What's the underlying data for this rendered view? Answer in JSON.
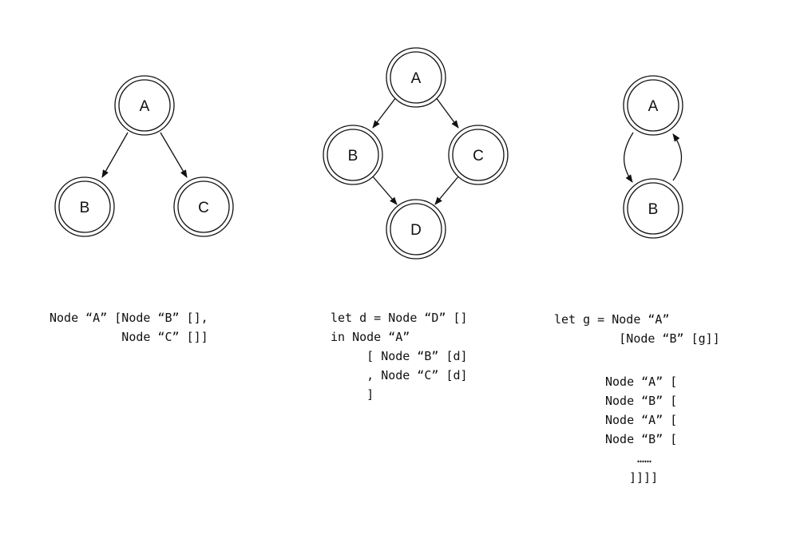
{
  "graphs": {
    "tree": {
      "nodes": {
        "a": "A",
        "b": "B",
        "c": "C"
      },
      "code": [
        "Node “A” [Node “B” [],",
        "          Node “C” []]"
      ]
    },
    "dag": {
      "nodes": {
        "a": "A",
        "b": "B",
        "c": "C",
        "d": "D"
      },
      "code": [
        "let d = Node “D” []",
        "in Node “A”",
        "     [ Node “B” [d]",
        "     , Node “C” [d]",
        "     ]"
      ]
    },
    "cycle": {
      "nodes": {
        "a": "A",
        "b": "B"
      },
      "code": [
        "let g = Node “A”",
        "         [Node “B” [g]]"
      ],
      "expansion": [
        "Node “A” [",
        "Node “B” [",
        "Node “A” [",
        "Node “B” [",
        "……",
        "]]]]"
      ]
    }
  }
}
